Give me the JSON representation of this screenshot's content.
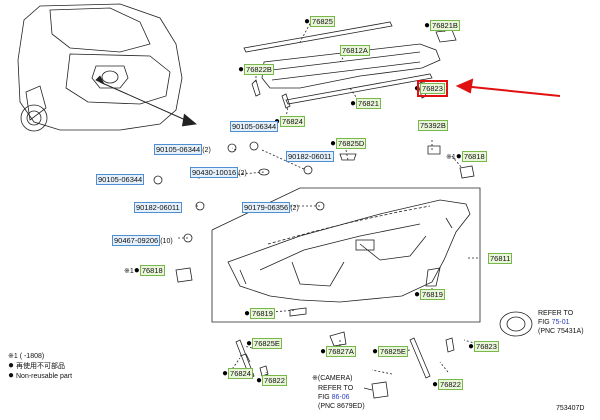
{
  "labels": {
    "l_76825_top": "76825",
    "l_76821b": "76821B",
    "l_76812a": "76812A",
    "l_76822b": "76822B",
    "l_76823_hl": "76823",
    "l_76821": "76821",
    "l_76824": "76824",
    "l_75392b": "75392B",
    "l_76825d": "76825D",
    "l_76818_r": "76818",
    "l_76811": "76811",
    "l_76818_l": "76818",
    "l_76819_l": "76819",
    "l_76819_r": "76819",
    "l_76825e_l": "76825E",
    "l_76827a": "76827A",
    "l_76825e_r": "76825E",
    "l_76823_b": "76823",
    "l_76824_b": "76824",
    "l_76822_l": "76822",
    "l_76822_r": "76822"
  },
  "bolt_refs": {
    "b1": "90105-06344",
    "b2": "90105-06344",
    "b2_qty": "(2)",
    "b3": "90182-06011",
    "b4": "90430-10016",
    "b4_qty": "(2)",
    "b5": "90105-06344",
    "b6": "90182-06011",
    "b7": "90179-06356",
    "b7_qty": "(2)",
    "b8": "90467-09206",
    "b8_qty": "(10)"
  },
  "notes": {
    "star1": "※1",
    "refer1_line1": "REFER TO",
    "refer1_fig_prefix": "FIG ",
    "refer1_fig": "75-01",
    "refer1_pnc": "(PNC 75431A)",
    "camera": "※(CAMERA)",
    "refer2_line1": "REFER TO",
    "refer2_fig_prefix": "FIG ",
    "refer2_fig": "86-06",
    "refer2_pnc": "(PNC 8679ED)",
    "legend_1": "※1 (    -1808)",
    "legend_2": "再使用不可部品",
    "legend_3": "Non-reusable part",
    "diagram_id": "753407D"
  },
  "colors": {
    "highlight": "#e01010",
    "part_label_bg": "#e9f6d9",
    "ref_label_bg": "#e4f0fb",
    "line": "#222222"
  }
}
